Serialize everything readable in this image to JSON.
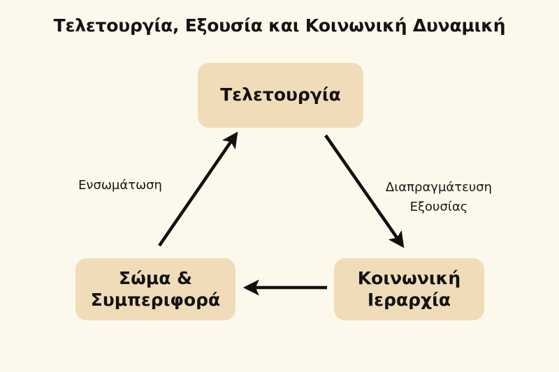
{
  "diagram": {
    "title": "Τελετουργία, Εξουσία και Κοινωνική Δυναμική",
    "background_color": "#fdf8ec",
    "node_fill_color": "#f0dcb9",
    "text_color": "#131313",
    "arrow_color": "#101010",
    "type": "cycle-diagram",
    "nodes": [
      {
        "id": "ritual",
        "label": "Τελετουργία",
        "position": "top-center"
      },
      {
        "id": "hierarchy",
        "label_line1": "Κοινωνική",
        "label_line2": "Ιεραρχία",
        "position": "bottom-right"
      },
      {
        "id": "body",
        "label_line1": "Σώμα &",
        "label_line2": "Συμπεριφορά",
        "position": "bottom-left"
      }
    ],
    "edges": [
      {
        "id": "power-negotiation",
        "from": "ritual",
        "to": "hierarchy",
        "label_line1": "Διαπραγμάτευση",
        "label_line2": "Εξουσίας",
        "direction": "down-right"
      },
      {
        "id": "hierarchy-to-body",
        "from": "hierarchy",
        "to": "body",
        "label": "",
        "direction": "left"
      },
      {
        "id": "embodiment",
        "from": "body",
        "to": "ritual",
        "label": "Ενσωμάτωση",
        "direction": "up-right"
      }
    ]
  }
}
